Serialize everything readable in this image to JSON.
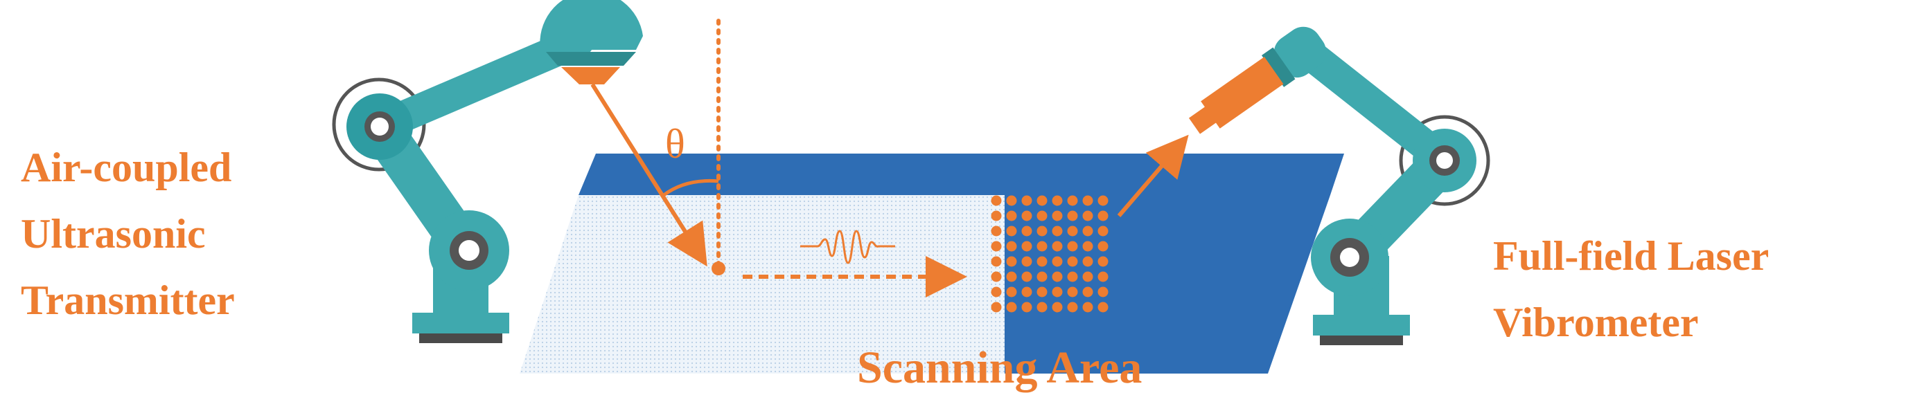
{
  "labels": {
    "transmitter": [
      "Air-coupled",
      "Ultrasonic",
      "Transmitter"
    ],
    "vibrometer": [
      "Full-field Laser",
      "Vibrometer"
    ],
    "scanning_area": "Scanning Area",
    "angle_symbol": "θ"
  },
  "colors": {
    "accent_orange": "#ED7D31",
    "robot_teal": "#3FA9AE",
    "robot_teal_dark": "#2E8B8F",
    "plate_blue": "#2E6DB4",
    "plate_light": "#D6E4F2",
    "base_dark": "#4A4A4A"
  },
  "scan_grid": {
    "rows": 8,
    "cols": 8
  }
}
